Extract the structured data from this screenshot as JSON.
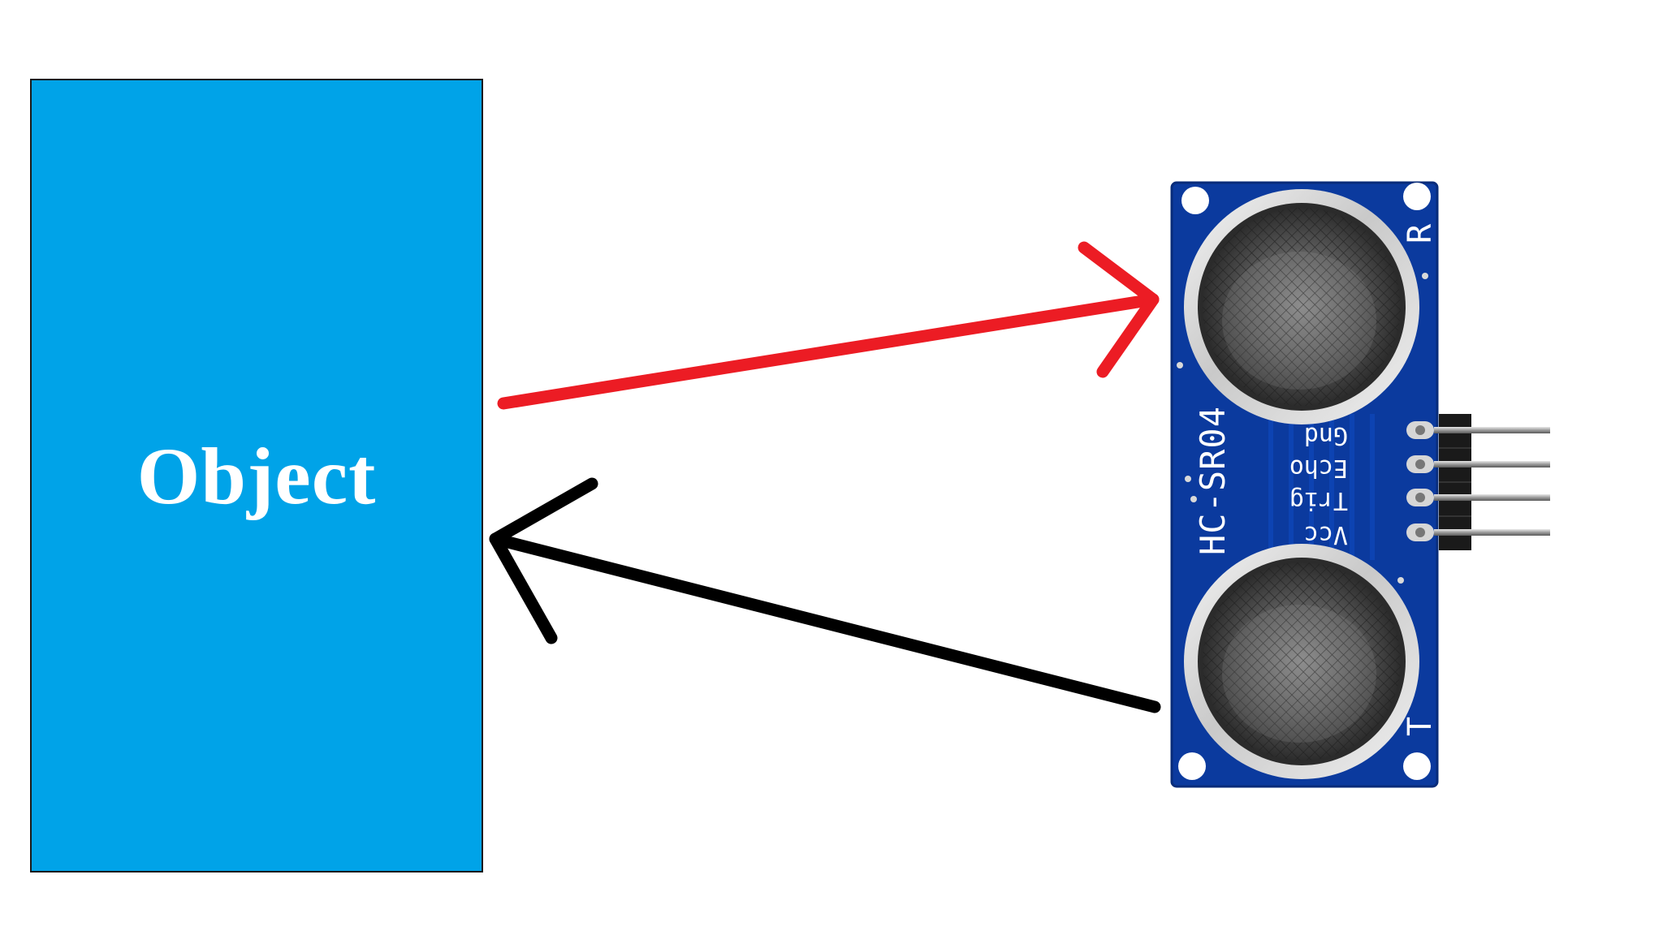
{
  "object": {
    "label": "Object",
    "fill_color": "#00a3e8"
  },
  "sensor": {
    "model": "HC-SR04",
    "receiver_mark": "R",
    "transmitter_mark": "T",
    "pins": [
      "Gnd",
      "Echo",
      "Trig",
      "Vcc"
    ],
    "board_color": "#0b3a9e"
  },
  "arrows": {
    "emitted_color": "#ec1c24",
    "reflected_color": "#000000"
  }
}
